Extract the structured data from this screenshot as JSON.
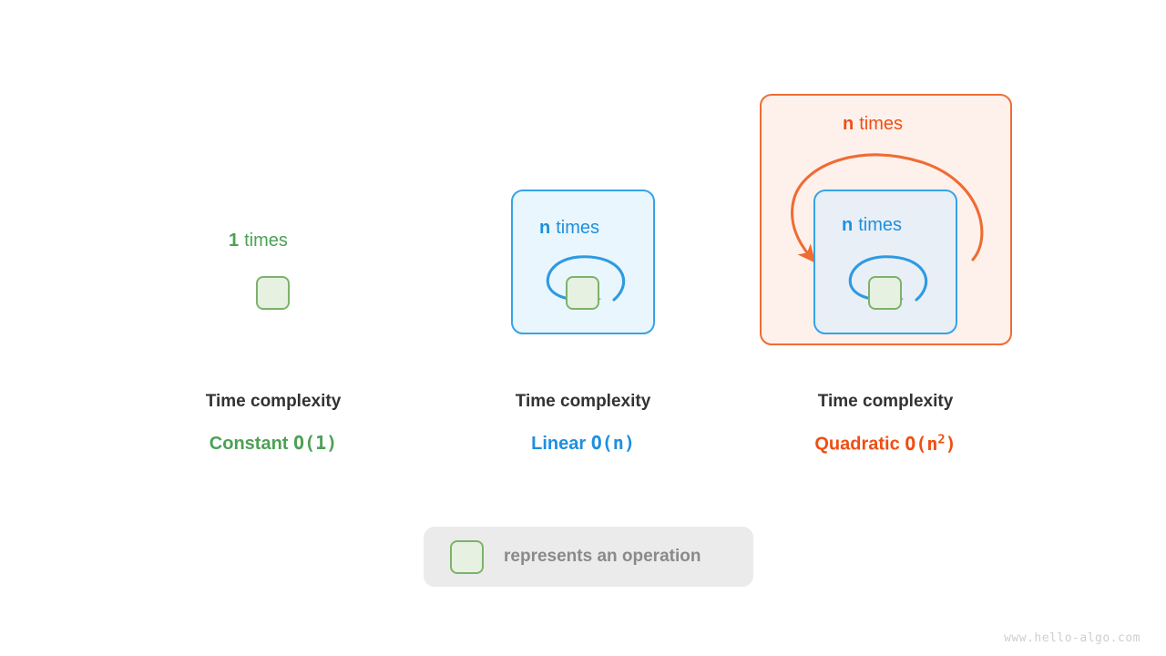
{
  "page": {
    "background": "#ffffff",
    "footer_url": "www.hello-algo.com"
  },
  "colors": {
    "green": "#4ca154",
    "green_border": "#7cb26b",
    "green_fill": "#e6f1e2",
    "blue": "#1f8fdd",
    "blue_border": "#36a3e8",
    "blue_fill": "#eaf6fd",
    "blue_fill_inner": "#e9eff6",
    "orange": "#f04e12",
    "orange_border": "#ef6c33",
    "orange_fill": "#fef1ec",
    "title_gray": "#323232",
    "legend_gray": "#8a8a8a",
    "legend_bg": "#ebebeb",
    "footer_gray": "#cfcfcf"
  },
  "columns": [
    {
      "id": "constant",
      "times_count": "1",
      "times_word": "times",
      "times_color": "#4ca154",
      "caption": "Time complexity",
      "complexity_word": "Constant",
      "complexity_big_o": "O(1)",
      "complexity_sup": "",
      "complexity_color": "#4ca154"
    },
    {
      "id": "linear",
      "times_count": "n",
      "times_word": "times",
      "times_color": "#1f8fdd",
      "caption": "Time complexity",
      "complexity_word": "Linear",
      "complexity_big_o": "O(n)",
      "complexity_sup": "",
      "complexity_color": "#1f8fdd"
    },
    {
      "id": "quadratic",
      "outer_times_count": "n",
      "outer_times_word": "times",
      "outer_times_color": "#f04e12",
      "inner_times_count": "n",
      "inner_times_word": "times",
      "inner_times_color": "#1f8fdd",
      "caption": "Time complexity",
      "complexity_word": "Quadratic",
      "complexity_big_o_prefix": "O(n",
      "complexity_sup": "2",
      "complexity_big_o_suffix": ")",
      "complexity_color": "#f04e12"
    }
  ],
  "legend": {
    "swatch_icon": "operation-square-icon",
    "text": "represents an operation"
  }
}
